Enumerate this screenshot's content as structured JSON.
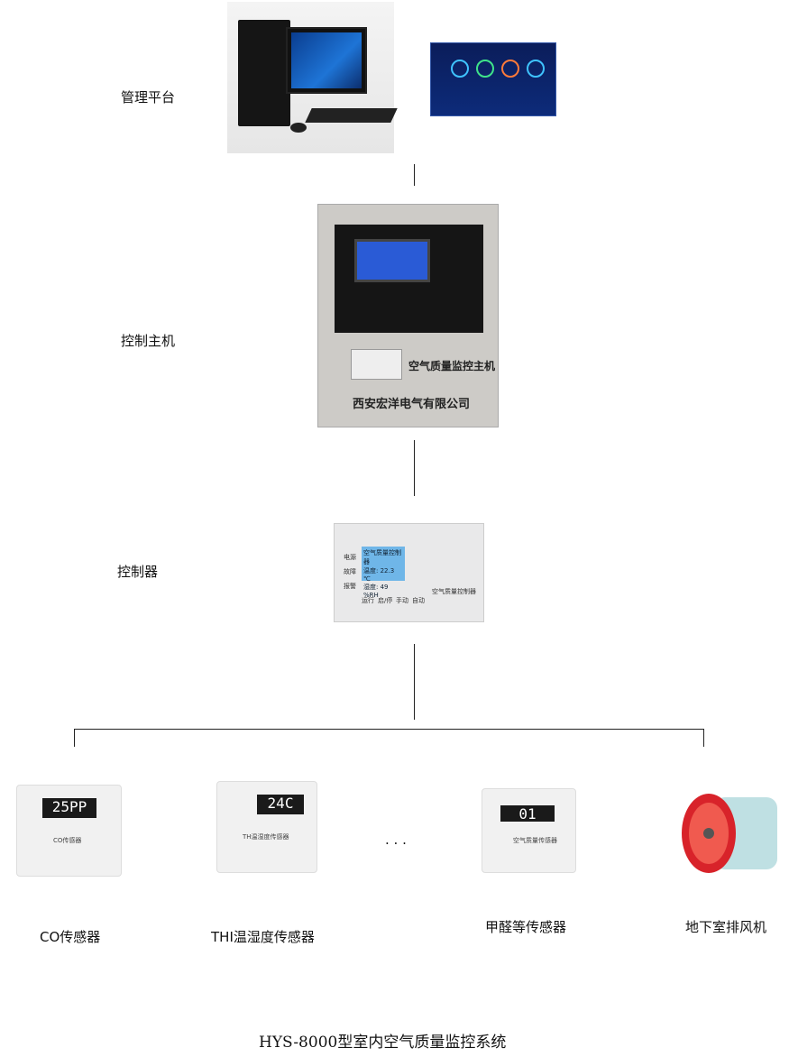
{
  "labels": {
    "platform": "管理平台",
    "host": "控制主机",
    "controller": "控制器",
    "co": "CO传感器",
    "th": "THI温湿度传感器",
    "ellipsis": ". . .",
    "hcho": "甲醛等传感器",
    "fan": "地下室排风机"
  },
  "host": {
    "product": "空气质量监控主机",
    "company": "西安宏洋电气有限公司"
  },
  "controller": {
    "title": "空气质量控制器",
    "temp": "温度: 22.3 ℃",
    "hum": "湿度: 49 %RH",
    "leds": [
      "电源",
      "故障",
      "报警"
    ],
    "buttons": [
      "运行",
      "启/停",
      "手动",
      "自动"
    ]
  },
  "sensors": {
    "co_display": "25PP",
    "co_name": "CO传感器",
    "th_display": "24C",
    "th_name": "TH温湿度传感器",
    "hcho_display": "01",
    "hcho_name": "空气质量传感器"
  },
  "caption": "HYS-8000型室内空气质量监控系统"
}
